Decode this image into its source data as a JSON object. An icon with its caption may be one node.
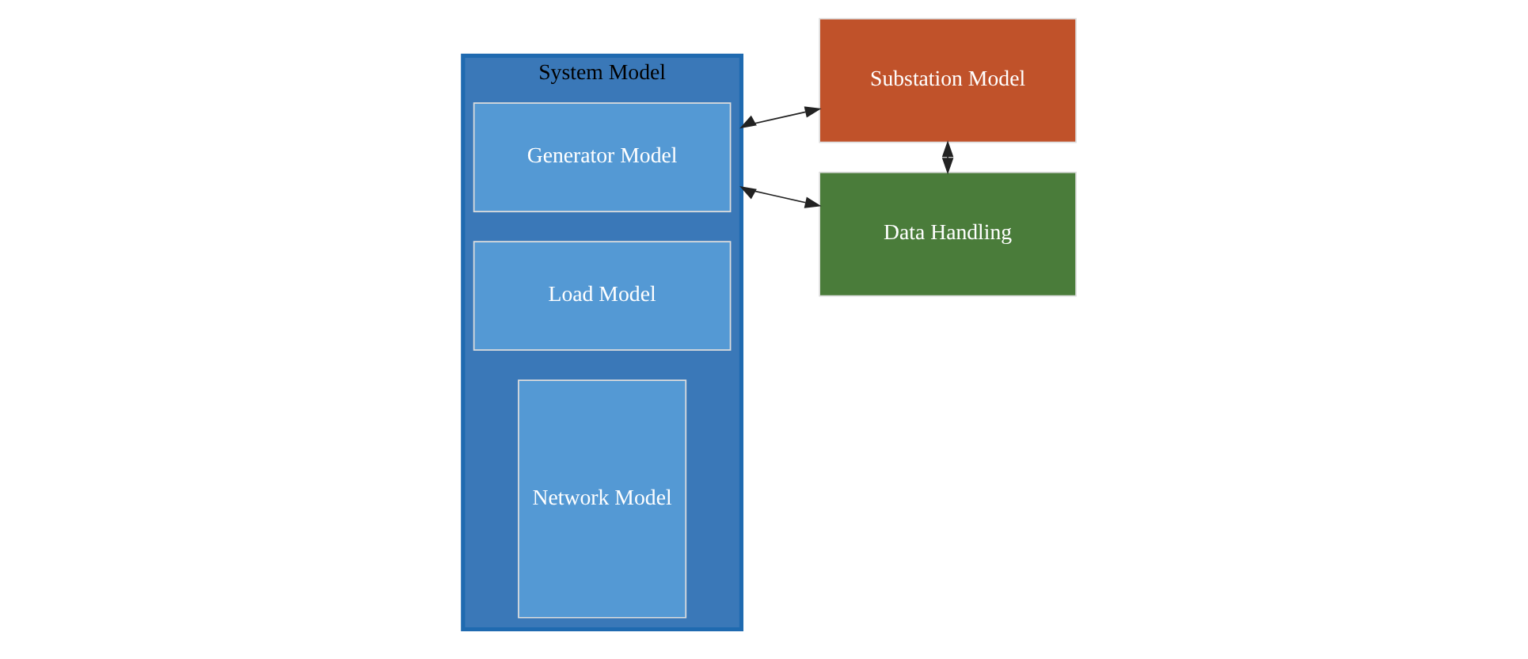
{
  "diagram": {
    "nodes": [
      {
        "text": [
          "System Model"
        ]
      },
      {
        "text": [
          "Generator Model"
        ],
        "in": 0
      },
      {
        "text": [
          "Load Model"
        ],
        "in": 0
      },
      {
        "text": [
          "Network Model"
        ],
        "in": 0
      },
      {
        "text": [
          "Substation Model"
        ]
      },
      {
        "text": [
          "Data Handling"
        ]
      }
    ],
    "edges": [
      {
        "from": 0,
        "to": 4,
        "arrow": "both"
      },
      {
        "from": 0,
        "to": 5,
        "arrow": "both"
      },
      {
        "from": 4,
        "to": 5,
        "arrow": "both"
      }
    ]
  }
}
